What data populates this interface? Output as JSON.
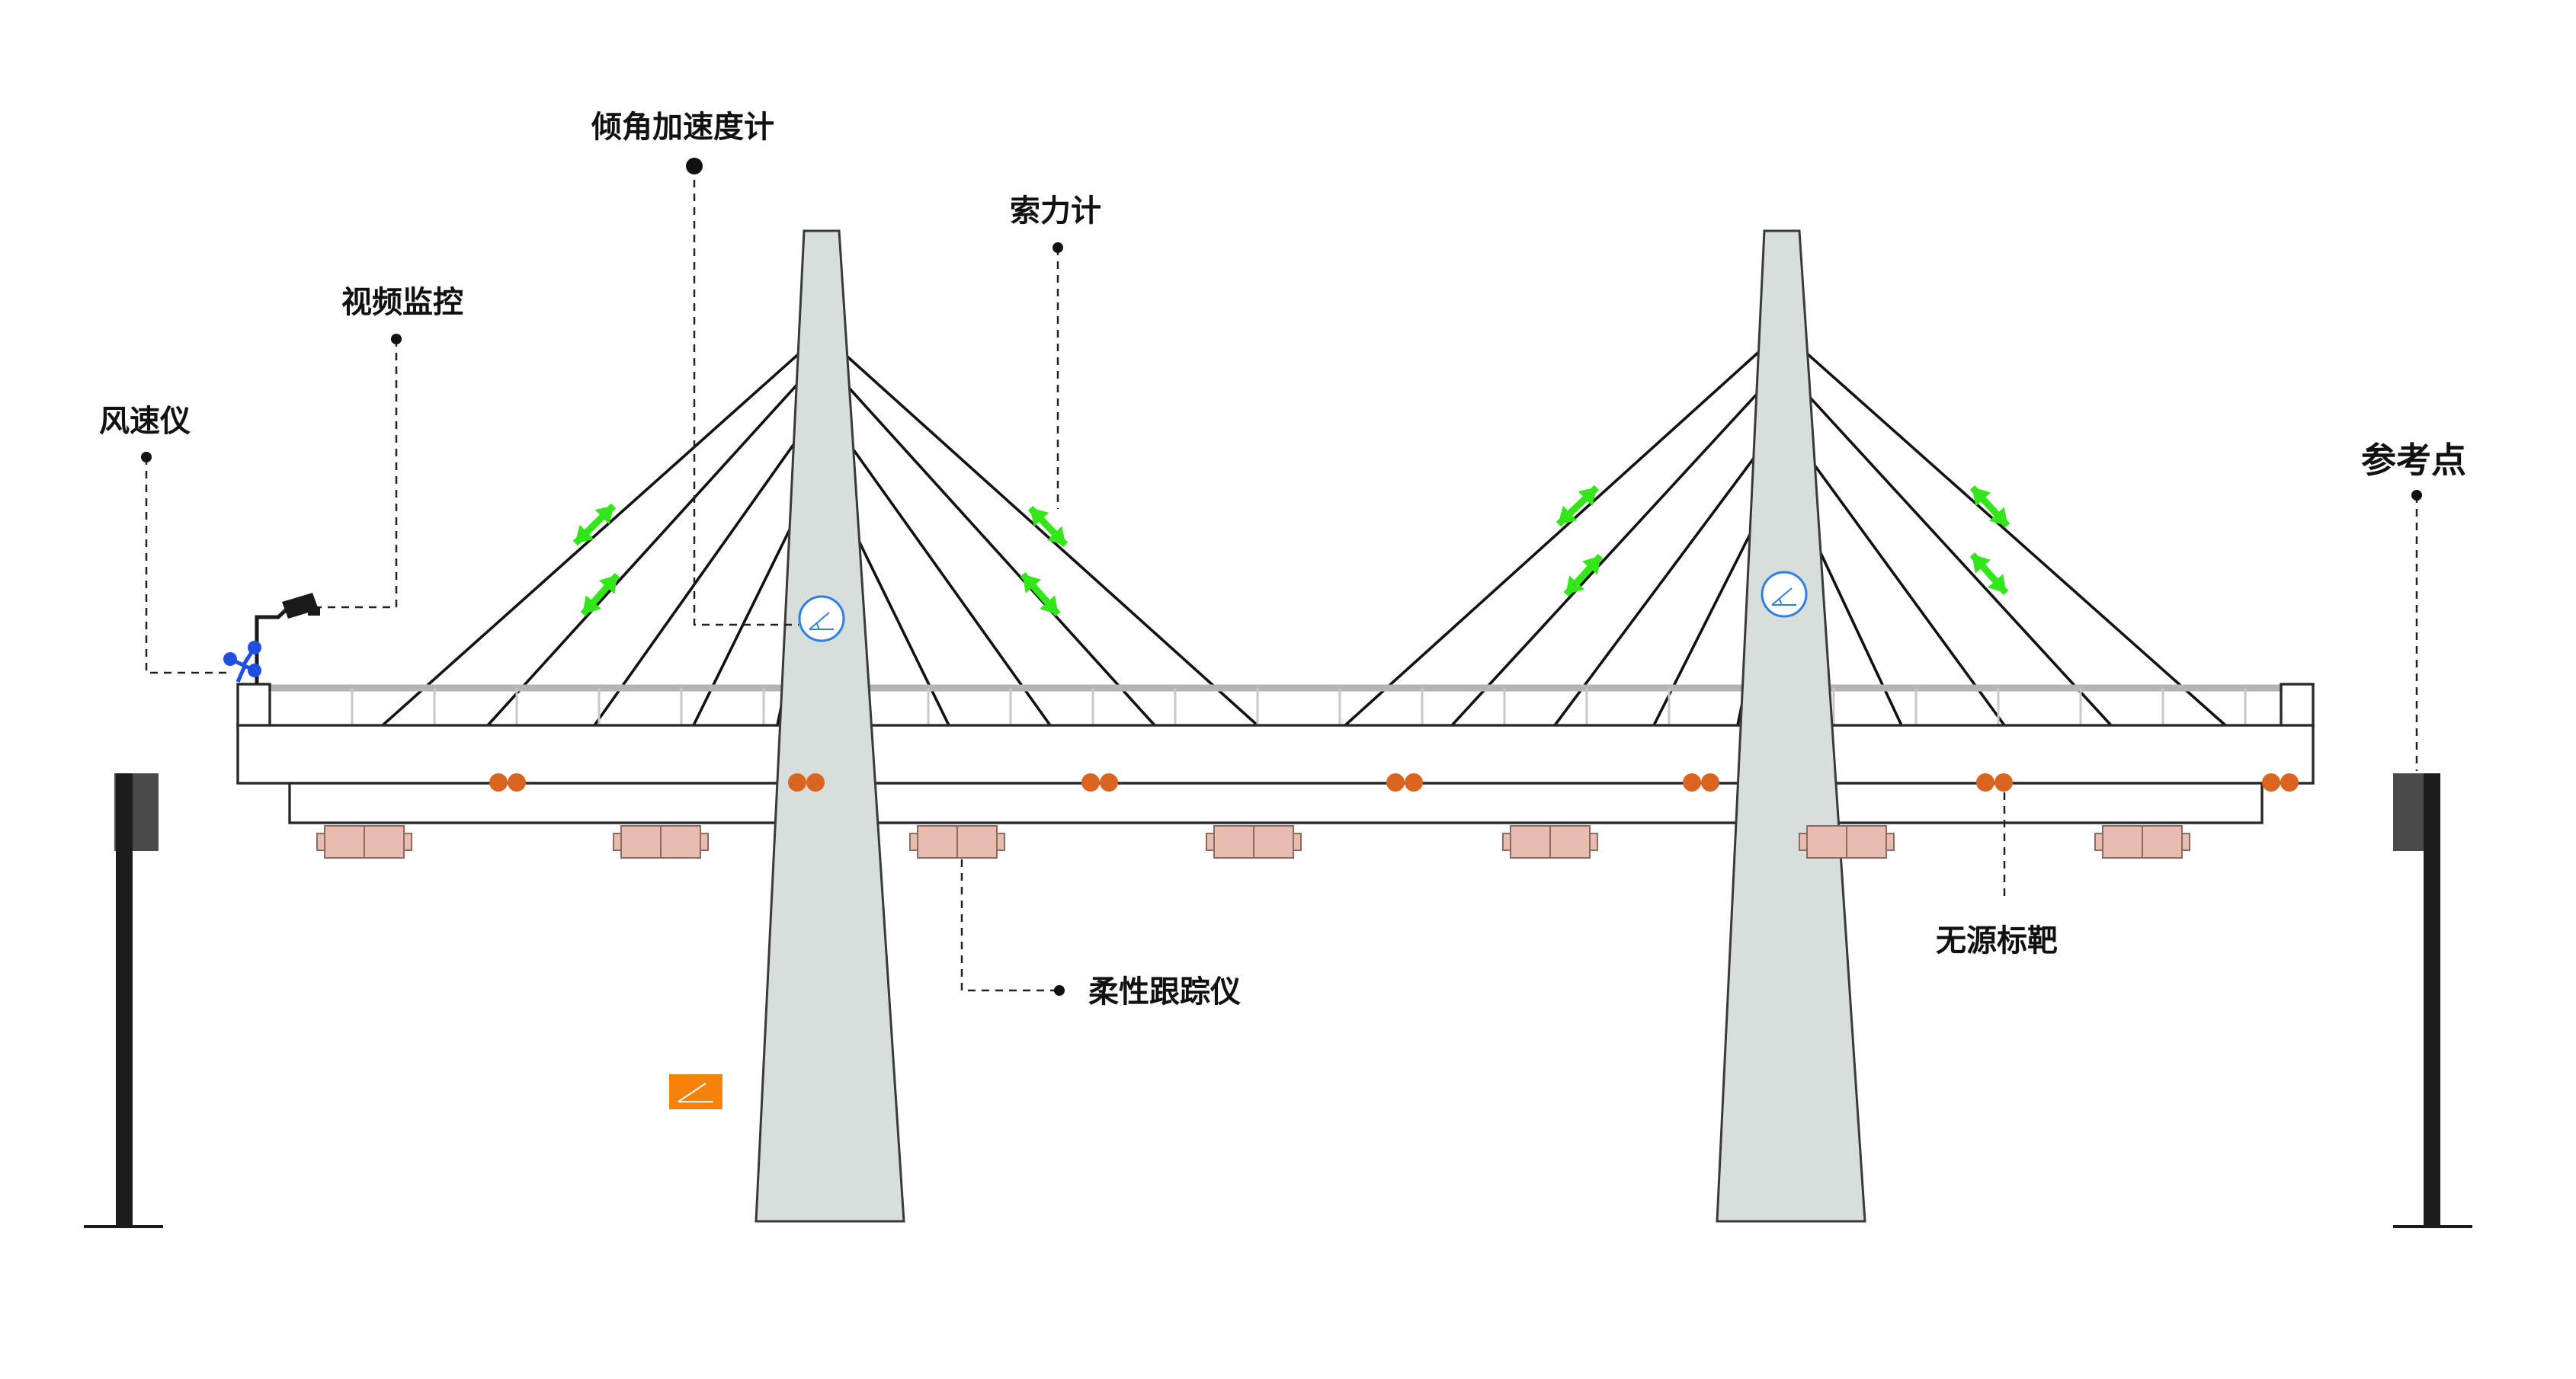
{
  "labels": {
    "anemometer": "风速仪",
    "video": "视频监控",
    "inclinometer": "倾角加速度计",
    "cable_force": "索力计",
    "reference": "参考点",
    "tracker": "柔性跟踪仪",
    "passive_target": "无源标靶"
  },
  "colors": {
    "tower_fill": "#d8dedc",
    "target_orange": "#d96520",
    "cable_sensor_green": "#33e61a",
    "tracker_pink": "#e9bcb0",
    "inclinometer_blue": "#2f7fe0",
    "anemometer_blue": "#1f4fe0",
    "standalone_sensor_orange": "#f5820a"
  },
  "icons": [
    "anemometer-icon",
    "camera-icon",
    "inclinometer-icon",
    "cable-force-sensor-icon",
    "passive-target-icon",
    "flexible-tracker-icon",
    "reference-post-icon"
  ]
}
